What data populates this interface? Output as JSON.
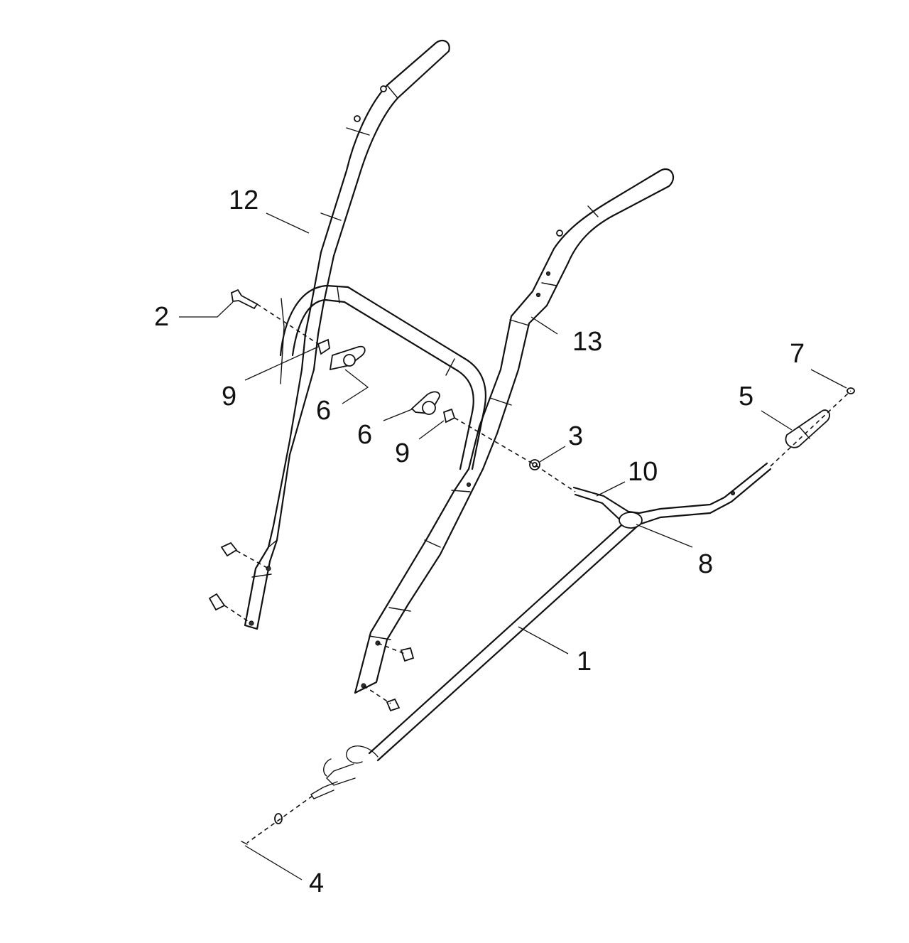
{
  "callouts": {
    "c1": "1",
    "c2": "2",
    "c3": "3",
    "c4": "4",
    "c5": "5",
    "c6a": "6",
    "c6b": "6",
    "c7": "7",
    "c8": "8",
    "c9a": "9",
    "c9b": "9",
    "c10": "10",
    "c12": "12",
    "c13": "13"
  }
}
